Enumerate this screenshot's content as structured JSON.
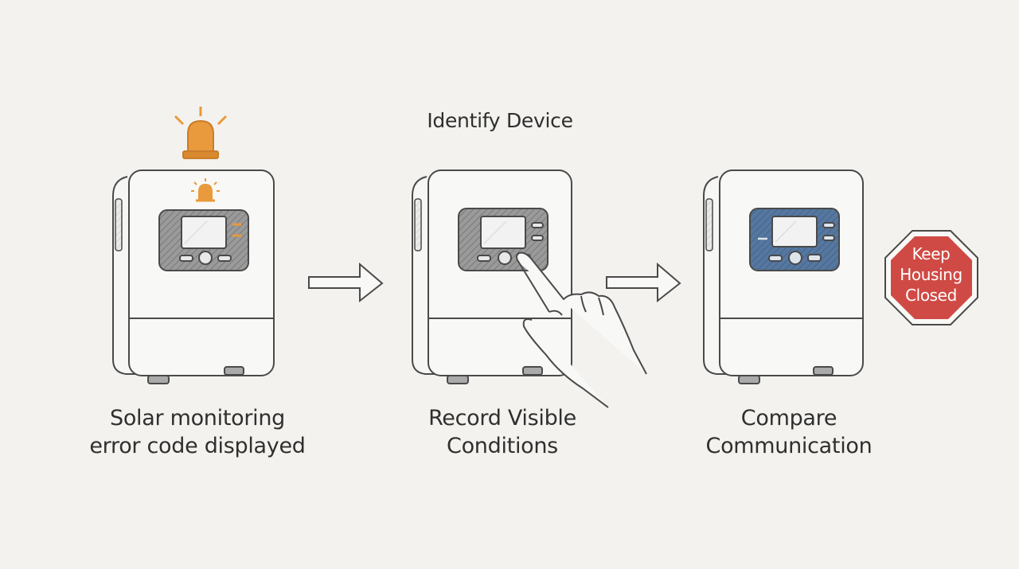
{
  "title": "Identify Device",
  "steps": [
    {
      "caption_line1": "Solar monitoring",
      "caption_line2": "error code displayed"
    },
    {
      "caption_line1": "Record Visible",
      "caption_line2": "Conditions"
    },
    {
      "caption_line1": "Compare",
      "caption_line2": "Communication"
    }
  ],
  "stop_sign": {
    "line1": "Keep",
    "line2": "Housing",
    "line3": "Closed"
  },
  "colors": {
    "background": "#f3f2ee",
    "alert_orange": "#e89a3c",
    "screen_blue": "#4d6f93",
    "stop_red": "#d04a45",
    "line": "#4a4a4a"
  },
  "icons": [
    "alarm-beacon-icon",
    "small-alarm-icon",
    "pointing-hand-icon",
    "arrow-right-icon",
    "stop-sign-icon"
  ]
}
